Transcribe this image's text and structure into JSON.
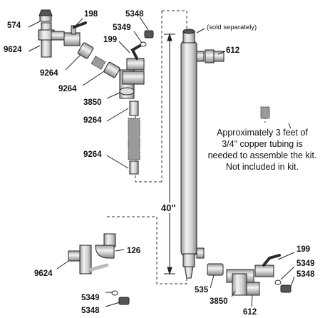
{
  "part_labels": {
    "p574": "574",
    "p198": "198",
    "p5348_top": "5348",
    "p5349_top": "5349",
    "p199_top": "199",
    "p9624_top": "9624",
    "p9264_a": "9264",
    "p9264_b": "9264",
    "p3850_top": "3850",
    "p9264_c": "9264",
    "p9264_d": "9264",
    "p612_top": "612",
    "p126": "126",
    "p9624_bottom": "9624",
    "p5349_bottom_left": "5349",
    "p5348_bottom_left": "5348",
    "p535": "535",
    "p3850_bottom": "3850",
    "p612_bottom": "612",
    "p199_bottom": "199",
    "p5349_bottom_right": "5349",
    "p5348_bottom_right": "5348"
  },
  "sold_separately": "(sold separately)",
  "dimension": "40\"",
  "tubing_note": {
    "line1": "Approximately 3 feet of",
    "line2": "3/4\" copper tubing is",
    "line3": "needed to assemble the kit.",
    "line4": "Not included in kit."
  },
  "colors": {
    "line": "#222222",
    "metal_light": "#e6e6e6",
    "metal_mid": "#bdbdbd",
    "metal_dark": "#8a8a8a",
    "tube_gray": "#9a9a9a",
    "handle": "#2b2b2b"
  }
}
